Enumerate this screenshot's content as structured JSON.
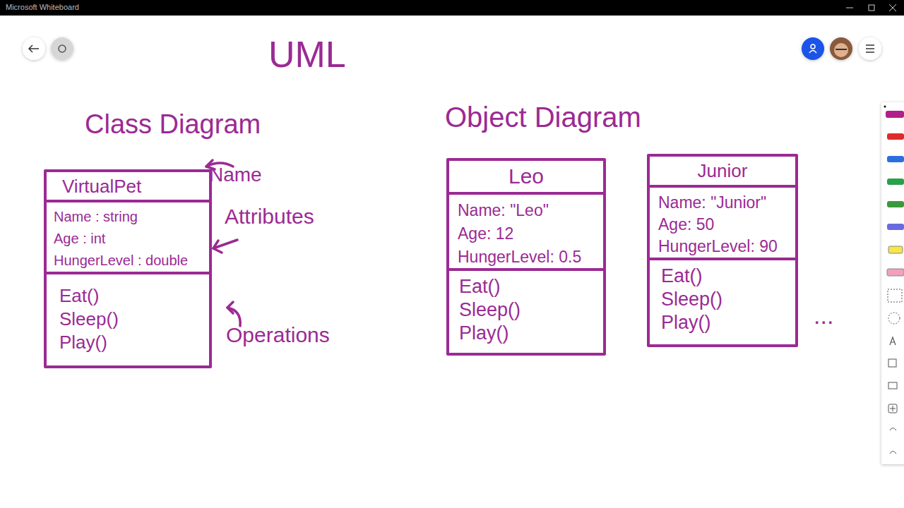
{
  "diagram": {
    "title": "UML",
    "nodes": [
      {
        "text": [
          "VirtualPet",
          "Name : string",
          "Age : int",
          "HungerLevel : double",
          "Eat()",
          "Sleep()",
          "Play()"
        ]
      },
      {
        "text": [
          "Leo",
          "Name: \"Leo\"",
          "Age: 12",
          "HungerLevel: 0.5",
          "Eat()",
          "Sleep()",
          "Play()"
        ]
      },
      {
        "text": [
          "Junior",
          "Name: \"Junior\"",
          "Age: 50",
          "HungerLevel: 90",
          "Eat()",
          "Sleep()",
          "Play()"
        ]
      }
    ],
    "labels": [
      "Microsoft Whiteboard",
      "Class Diagram",
      "Object Diagram",
      "Name",
      "Attributes",
      "Operations",
      "..."
    ]
  }
}
